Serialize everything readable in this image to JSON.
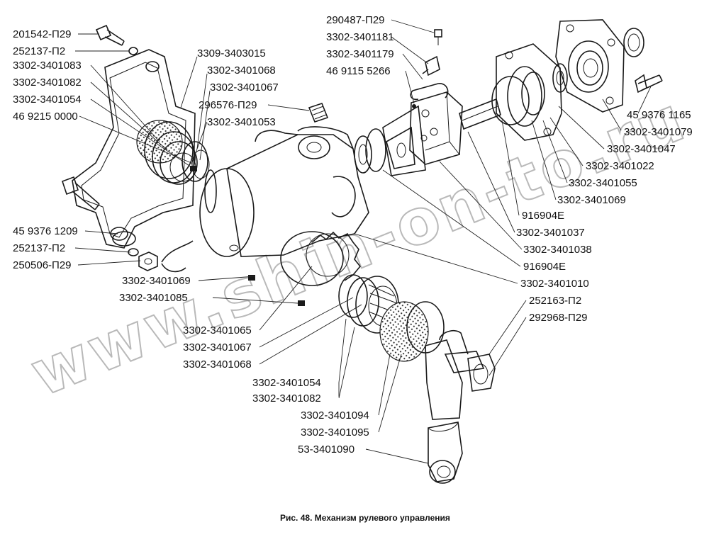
{
  "caption": "Рис. 48. Механизм рулевого управления",
  "watermark": "www.shin-on-to.ru",
  "labels": [
    "201542-П29",
    "252137-П2",
    "3302-3401083",
    "3302-3401082",
    "3302-3401054",
    "46 9215 0000",
    "45 9376 1209",
    "252137-П2",
    "250506-П29",
    "3309-3403015",
    "3302-3401068",
    "3302-3401067",
    "296576-П29",
    "3302-3401053",
    "3302-3401069",
    "3302-3401085",
    "3302-3401065",
    "3302-3401067",
    "3302-3401068",
    "3302-3401054",
    "3302-3401082",
    "3302-3401094",
    "3302-3401095",
    "53-3401090",
    "290487-П29",
    "3302-3401181",
    "3302-3401179",
    "46 9115 5266",
    "45 9376 1165",
    "3302-3401079",
    "3302-3401047",
    "3302-3401022",
    "3302-3401055",
    "3302-3401069",
    "916904Е",
    "3302-3401037",
    "3302-3401038",
    "916904Е",
    "3302-3401010",
    "252163-П2",
    "292968-П29"
  ]
}
